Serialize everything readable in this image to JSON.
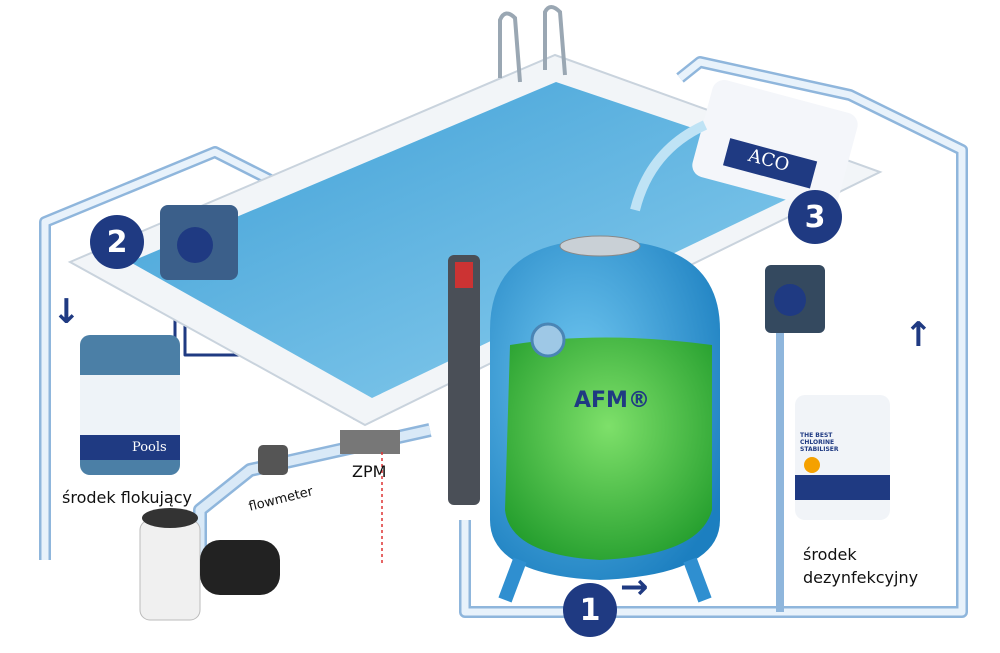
{
  "labels": {
    "flocculant": "środek flokujący",
    "flowmeter": "flowmeter",
    "zpm": "ZPM",
    "disinfectant_line1": "środek",
    "disinfectant_line2": "dezynfekcyjny",
    "filter_media": "AFM®"
  },
  "steps": [
    "1",
    "2",
    "3"
  ],
  "products": {
    "flocculant_bottle": "Pools",
    "aco_bottle": "ACO",
    "stabiliser_bottle": "THE BEST CHLORINE STABILISER"
  },
  "colors": {
    "accent": "#1f3a82",
    "water": "#5fb4e0",
    "tank": "#2f9ed8",
    "media": "#3fbf3f"
  }
}
